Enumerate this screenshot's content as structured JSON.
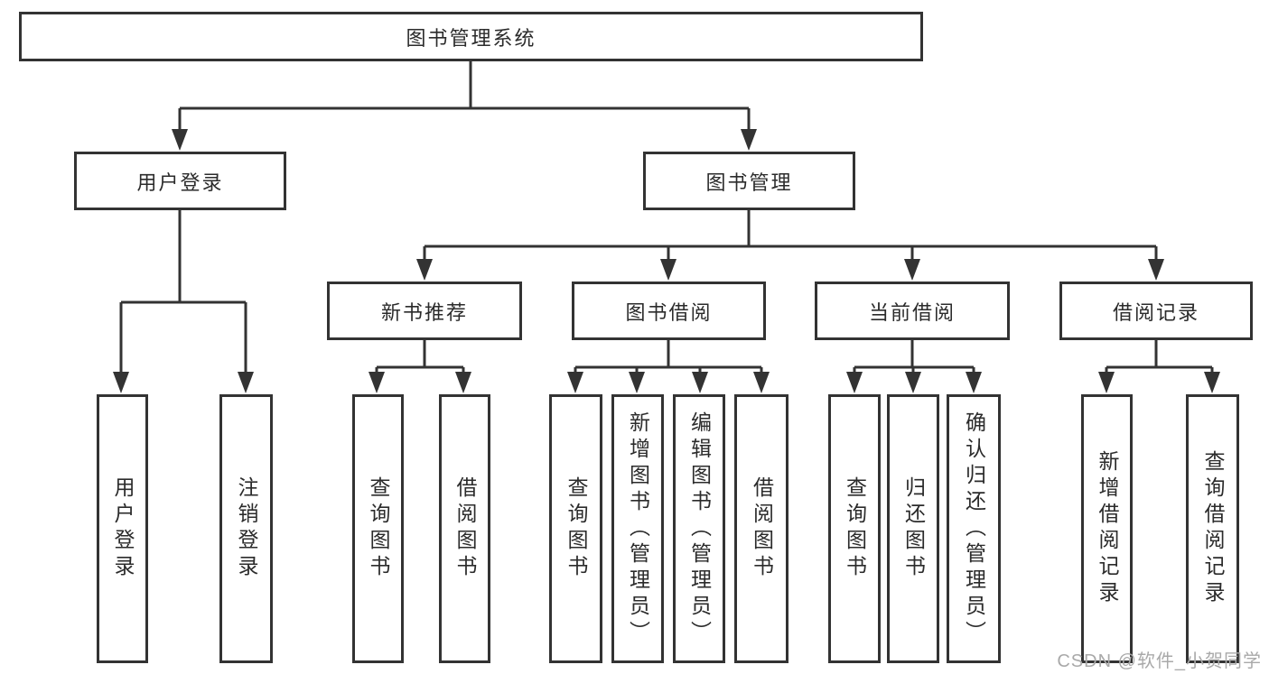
{
  "diagram": {
    "root_label": "图书管理系统",
    "user_login": {
      "label": "用户登录",
      "children": [
        "用户登录",
        "注销登录"
      ]
    },
    "book_mgmt": {
      "label": "图书管理",
      "sections": [
        {
          "label": "新书推荐",
          "children": [
            "查询图书",
            "借阅图书"
          ]
        },
        {
          "label": "图书借阅",
          "children": [
            "查询图书",
            "新增图书（管理员）",
            "编辑图书（管理员）",
            "借阅图书"
          ]
        },
        {
          "label": "当前借阅",
          "children": [
            "查询图书",
            "归还图书",
            "确认归还（管理员）"
          ]
        },
        {
          "label": "借阅记录",
          "children": [
            "新增借阅记录",
            "查询借阅记录"
          ]
        }
      ]
    }
  },
  "watermark": "CSDN @软件_小贺同学",
  "colors": {
    "line": "#333333",
    "box_border": "#333333",
    "box_background": "#ffffff",
    "text": "#2b2b2b",
    "watermark": "#a9a9a9"
  }
}
